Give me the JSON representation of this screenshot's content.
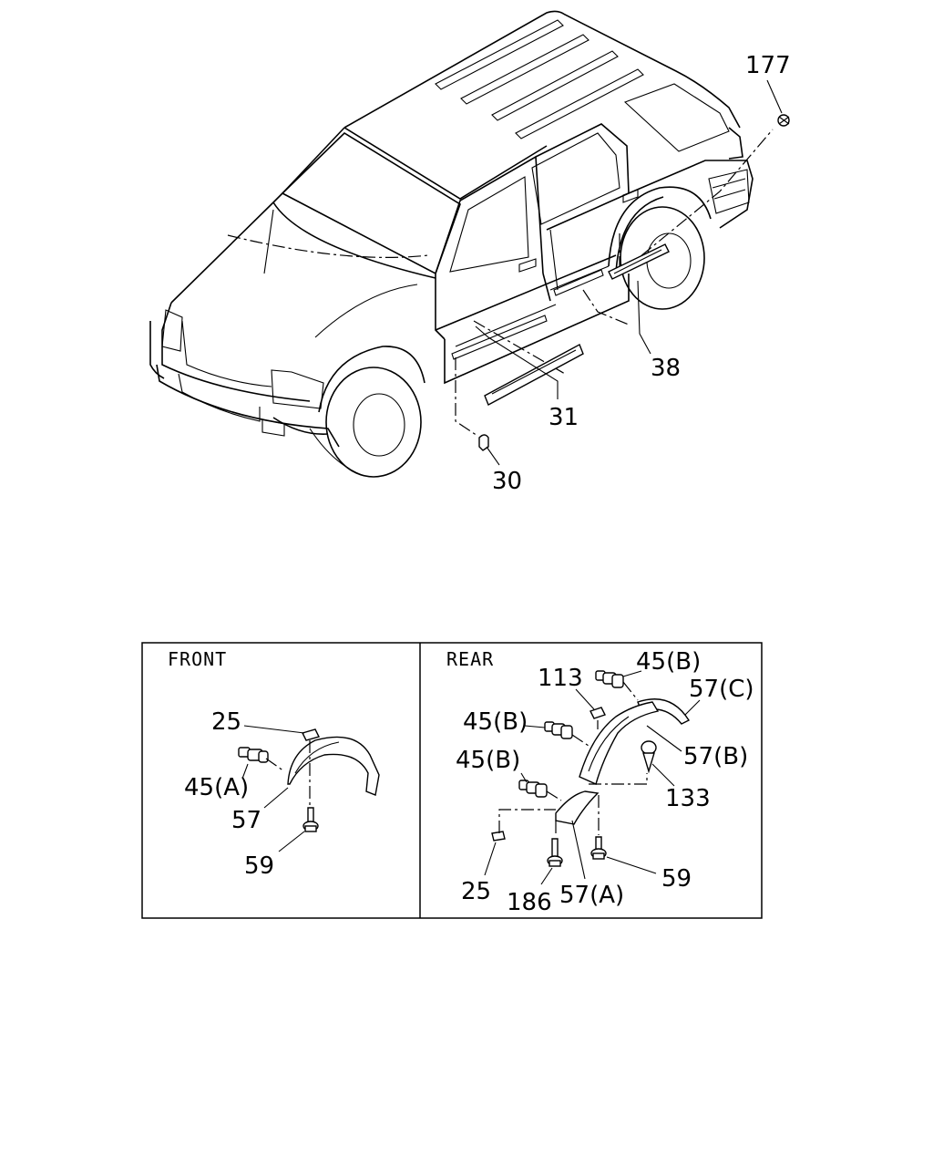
{
  "callouts": {
    "c177": "177",
    "c38": "38",
    "c31": "31",
    "c30": "30"
  },
  "front_panel": {
    "heading": "FRONT",
    "c25": "25",
    "c45a": "45(A)",
    "c57": "57",
    "c59": "59"
  },
  "rear_panel": {
    "heading": "REAR",
    "c113": "113",
    "c45b_top": "45(B)",
    "c57c": "57(C)",
    "c45b_mid": "45(B)",
    "c57b": "57(B)",
    "c45b_low": "45(B)",
    "c133": "133",
    "c25": "25",
    "c186": "186",
    "c57a": "57(A)",
    "c59": "59"
  }
}
